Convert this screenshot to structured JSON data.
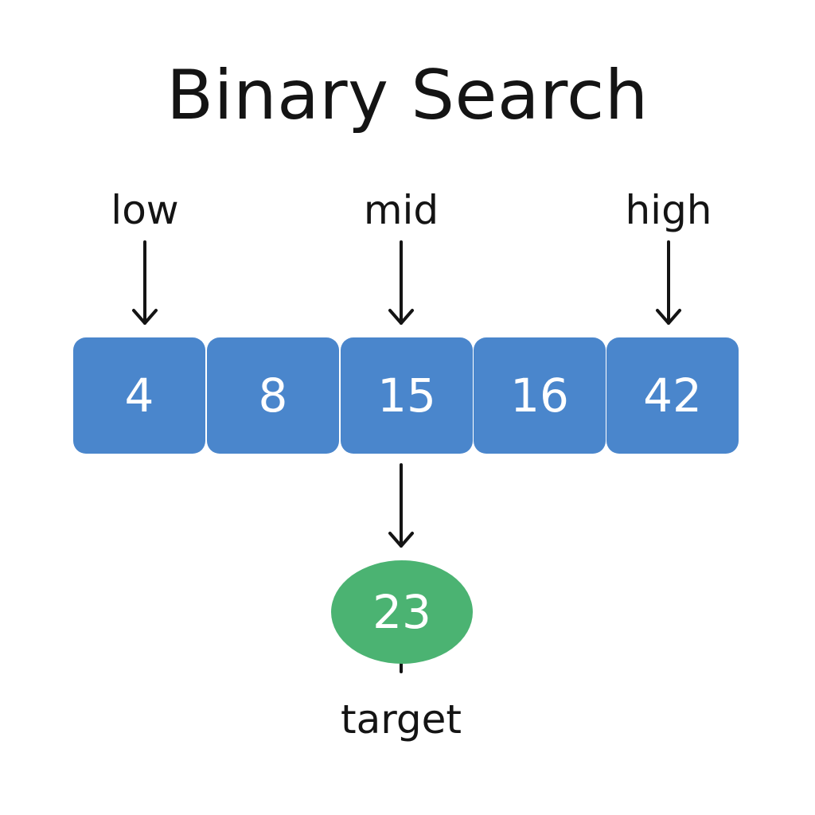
{
  "title": "Binary Search",
  "pointers": {
    "low": "low",
    "mid": "mid",
    "high": "high"
  },
  "array": [
    "4",
    "8",
    "15",
    "16",
    "42"
  ],
  "target": {
    "value": "23",
    "label": "target"
  },
  "colors": {
    "cell": "#4a86cc",
    "target": "#4bb372",
    "text": "#141414"
  }
}
